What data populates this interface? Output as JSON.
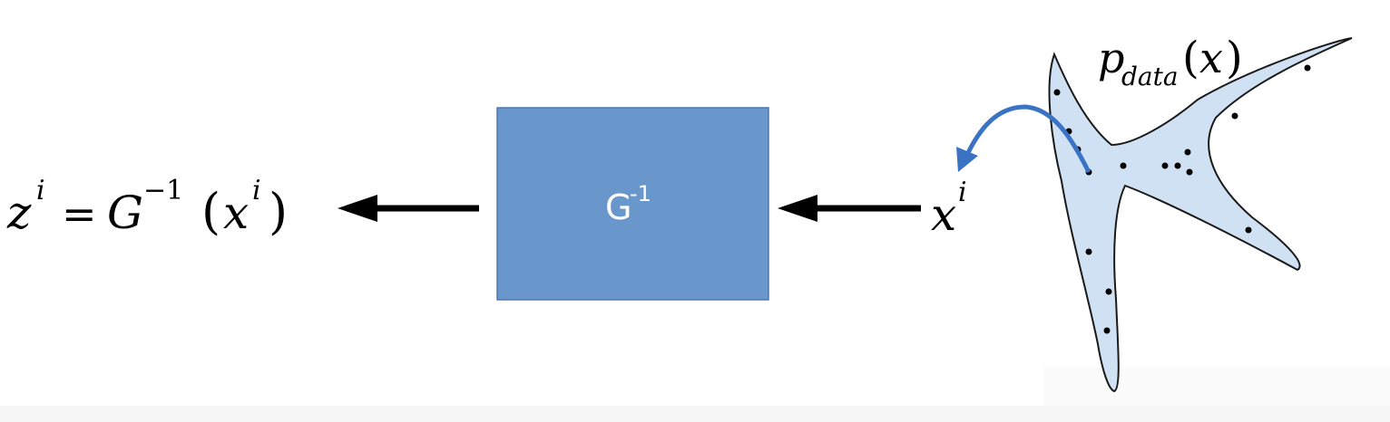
{
  "output_label": {
    "z": "z",
    "z_sup": "i",
    "equals": "=",
    "G": "G",
    "G_sup": "−1",
    "open_paren": "(",
    "x": "x",
    "x_sup": "i",
    "close_paren": ")"
  },
  "box": {
    "label": "G",
    "label_sup": "-1",
    "color": "#6a97cb",
    "border_color": "#4a78b0"
  },
  "input_label": {
    "x": "x",
    "x_sup": "i"
  },
  "distribution": {
    "label_p": "p",
    "label_sub": "data",
    "label_paren_open": "(",
    "label_x": "x",
    "label_paren_close": ")",
    "fill_color": "#d0e1f3",
    "stroke_color": "#1a1a1a"
  },
  "sample_arrow_color": "#3a73c4"
}
